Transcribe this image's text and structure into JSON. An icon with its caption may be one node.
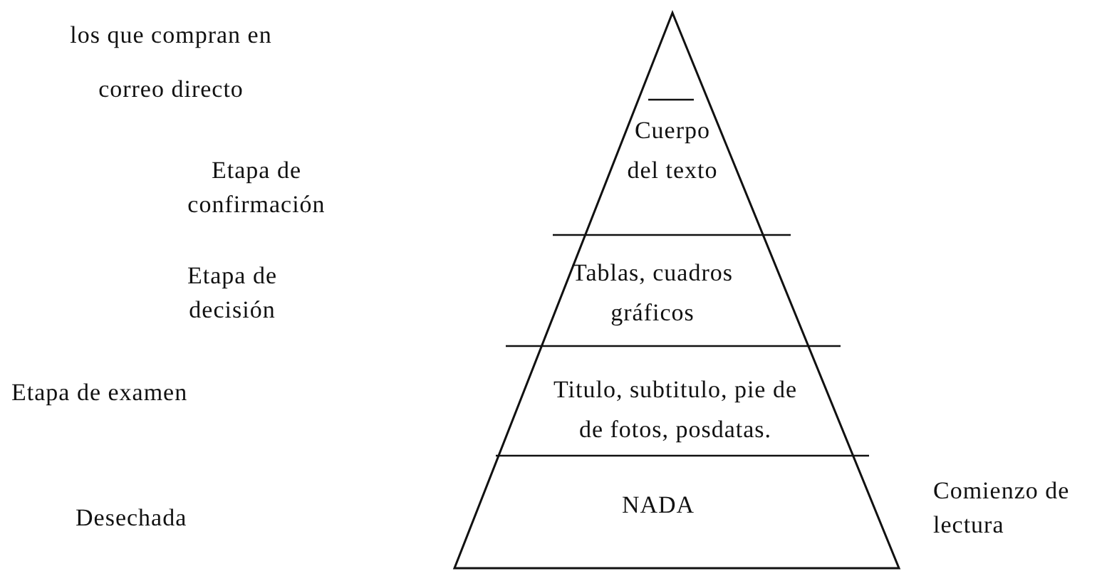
{
  "diagram": {
    "nodes": [
      {
        "text": [],
        "shape": "triangle"
      },
      {
        "text": [
          "Cuerpo del texto"
        ],
        "in": 0
      },
      {
        "text": [
          "Tablas, cuadros gráficos"
        ],
        "in": 0
      },
      {
        "text": [
          "Titulo, subtitulo, pie de de fotos, posdatas."
        ],
        "in": 0
      },
      {
        "text": [
          "NADA"
        ],
        "in": 0
      }
    ],
    "edges": [],
    "labels": [
      "los que compran en correo directo",
      "Etapa de confirmación",
      "Etapa de decisión",
      "Etapa de examen",
      "Comienzo de lectura",
      "Desechada"
    ]
  }
}
